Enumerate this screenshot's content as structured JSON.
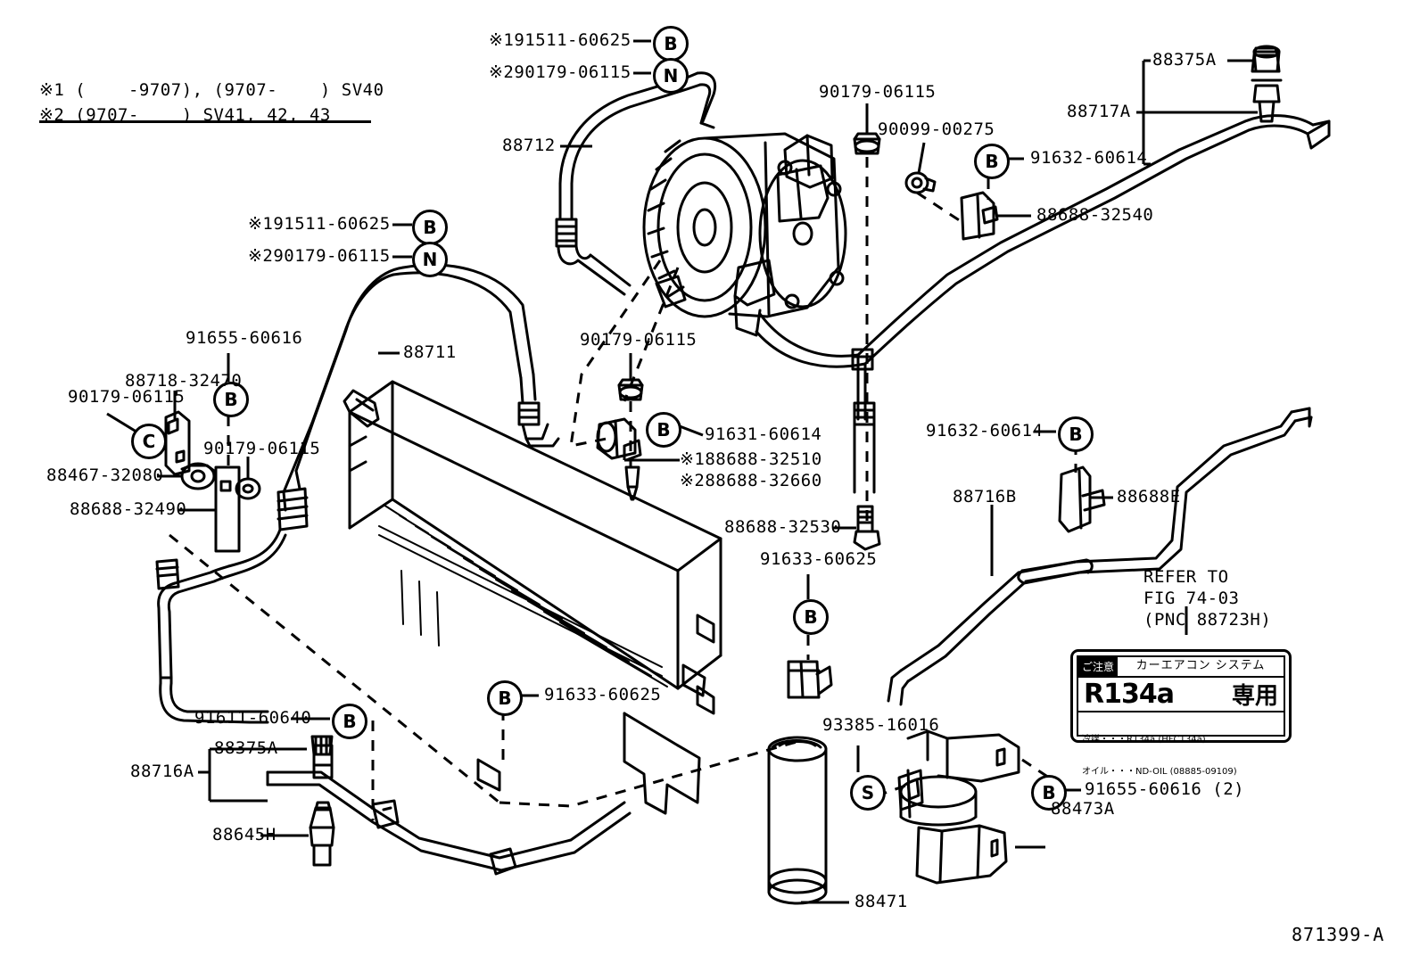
{
  "diagram": {
    "figure_number": "871399-A",
    "title_note_lines": "※1 (    -9707), (9707-    ) SV40\n※2 (9707-    ) SV41, 42, 43"
  },
  "labels": {
    "note_1": "※1 (    -9707), (9707-    ) SV40",
    "note_2": "※2 (9707-    ) SV41, 42, 43",
    "top_bolt_1": "※191511-60625",
    "top_bolt_2": "※290179-06115",
    "hose_88712": "88712",
    "nut_90179_top": "90179-06115",
    "grommet_90099": "90099-00275",
    "bolt_91632_top": "91632-60614",
    "bracket_88688_32540": "88688-32540",
    "cap_88375A_top": "88375A",
    "tube_88717A": "88717A",
    "left_bolt_1": "※191511-60625",
    "left_bolt_2": "※290179-06115",
    "bolt_91655_60616": "91655-60616",
    "bracket_88718_32470": "88718-32470",
    "nut_90179_left": "90179-06115",
    "nut_90179_left2": "90179-06115",
    "cushion_88467_32080": "88467-32080",
    "bracket_88688_32490": "88688-32490",
    "hose_88711": "88711",
    "nut_90179_center": "90179-06115",
    "bolt_91631_60614": "91631-60614",
    "clamp_88688_32510": "※188688-32510",
    "clamp_88688_32660": "※288688-32660",
    "clamp_88688_32530": "88688-32530",
    "bolt_91633_60625_center": "91633-60625",
    "bolt_91633_60625_lower": "91633-60625",
    "bolt_91632_60614_right": "91632-60614",
    "tube_88716B": "88716B",
    "bracket_88688E": "88688E",
    "refer_note": "REFER TO\nFIG 74-03\n(PNC 88723H)",
    "bolt_91611_60640": "91611-60640",
    "cap_88375A_bottom": "88375A",
    "tube_88716A": "88716A",
    "valve_88645H": "88645H",
    "oring_93385_16016": "93385-16016",
    "bolt_91655_60616_2": "91655-60616 (2)",
    "bracket_88473A": "88473A",
    "drier_88471": "88471"
  },
  "bubbles": {
    "b": "B",
    "n": "N",
    "s": "S",
    "c": "C"
  },
  "caution_label": {
    "caution_word": "ご注意",
    "system_word": "カーエアコン  システム",
    "refrigerant": "R134a",
    "exclusive": "専用",
    "detail_line_1": "冷媒・・・R134a (HFC134a)",
    "detail_line_2": "オイル・・・ND-OIL (08885-09109)"
  },
  "colors": {
    "line": "#000000",
    "background": "#ffffff"
  }
}
